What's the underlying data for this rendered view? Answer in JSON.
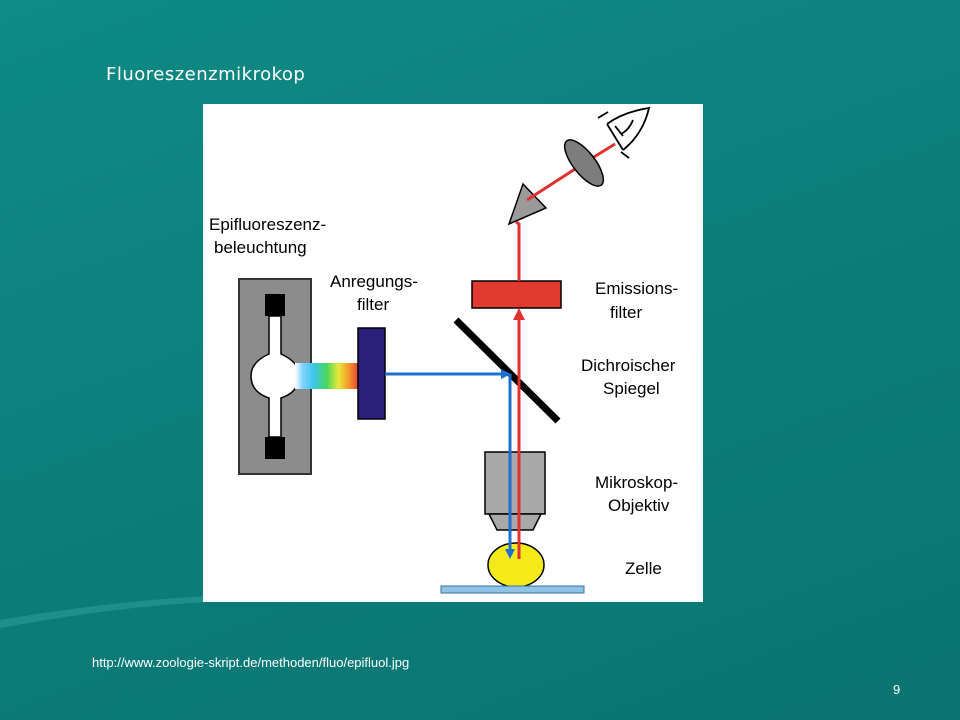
{
  "slide": {
    "title": "Fluoreszenzmikrokop",
    "source_url": "http://www.zoologie-skript.de/methoden/fluo/epifluol.jpg",
    "page_number": "9"
  },
  "diagram": {
    "labels": {
      "illumination_line1": "Epifluoreszenz-",
      "illumination_line2": "beleuchtung",
      "excitation_filter_line1": "Anregungs-",
      "excitation_filter_line2": "filter",
      "emission_filter_line1": "Emissions-",
      "emission_filter_line2": "filter",
      "dichroic_mirror_line1": "Dichroischer",
      "dichroic_mirror_line2": "Spiegel",
      "objective_line1": "Mikroskop-",
      "objective_line2": "Objektiv",
      "cell": "Zelle"
    },
    "colors": {
      "background": "#0d8480",
      "excitation_beam": "#1f6fd1",
      "emission_beam": "#e03030",
      "emission_filter": "#e23a2f",
      "excitation_filter": "#2a1f7a",
      "cell": "#f4ea1a",
      "objective": "#a9a9a9",
      "lamp_housing": "#8c8c8c"
    }
  }
}
